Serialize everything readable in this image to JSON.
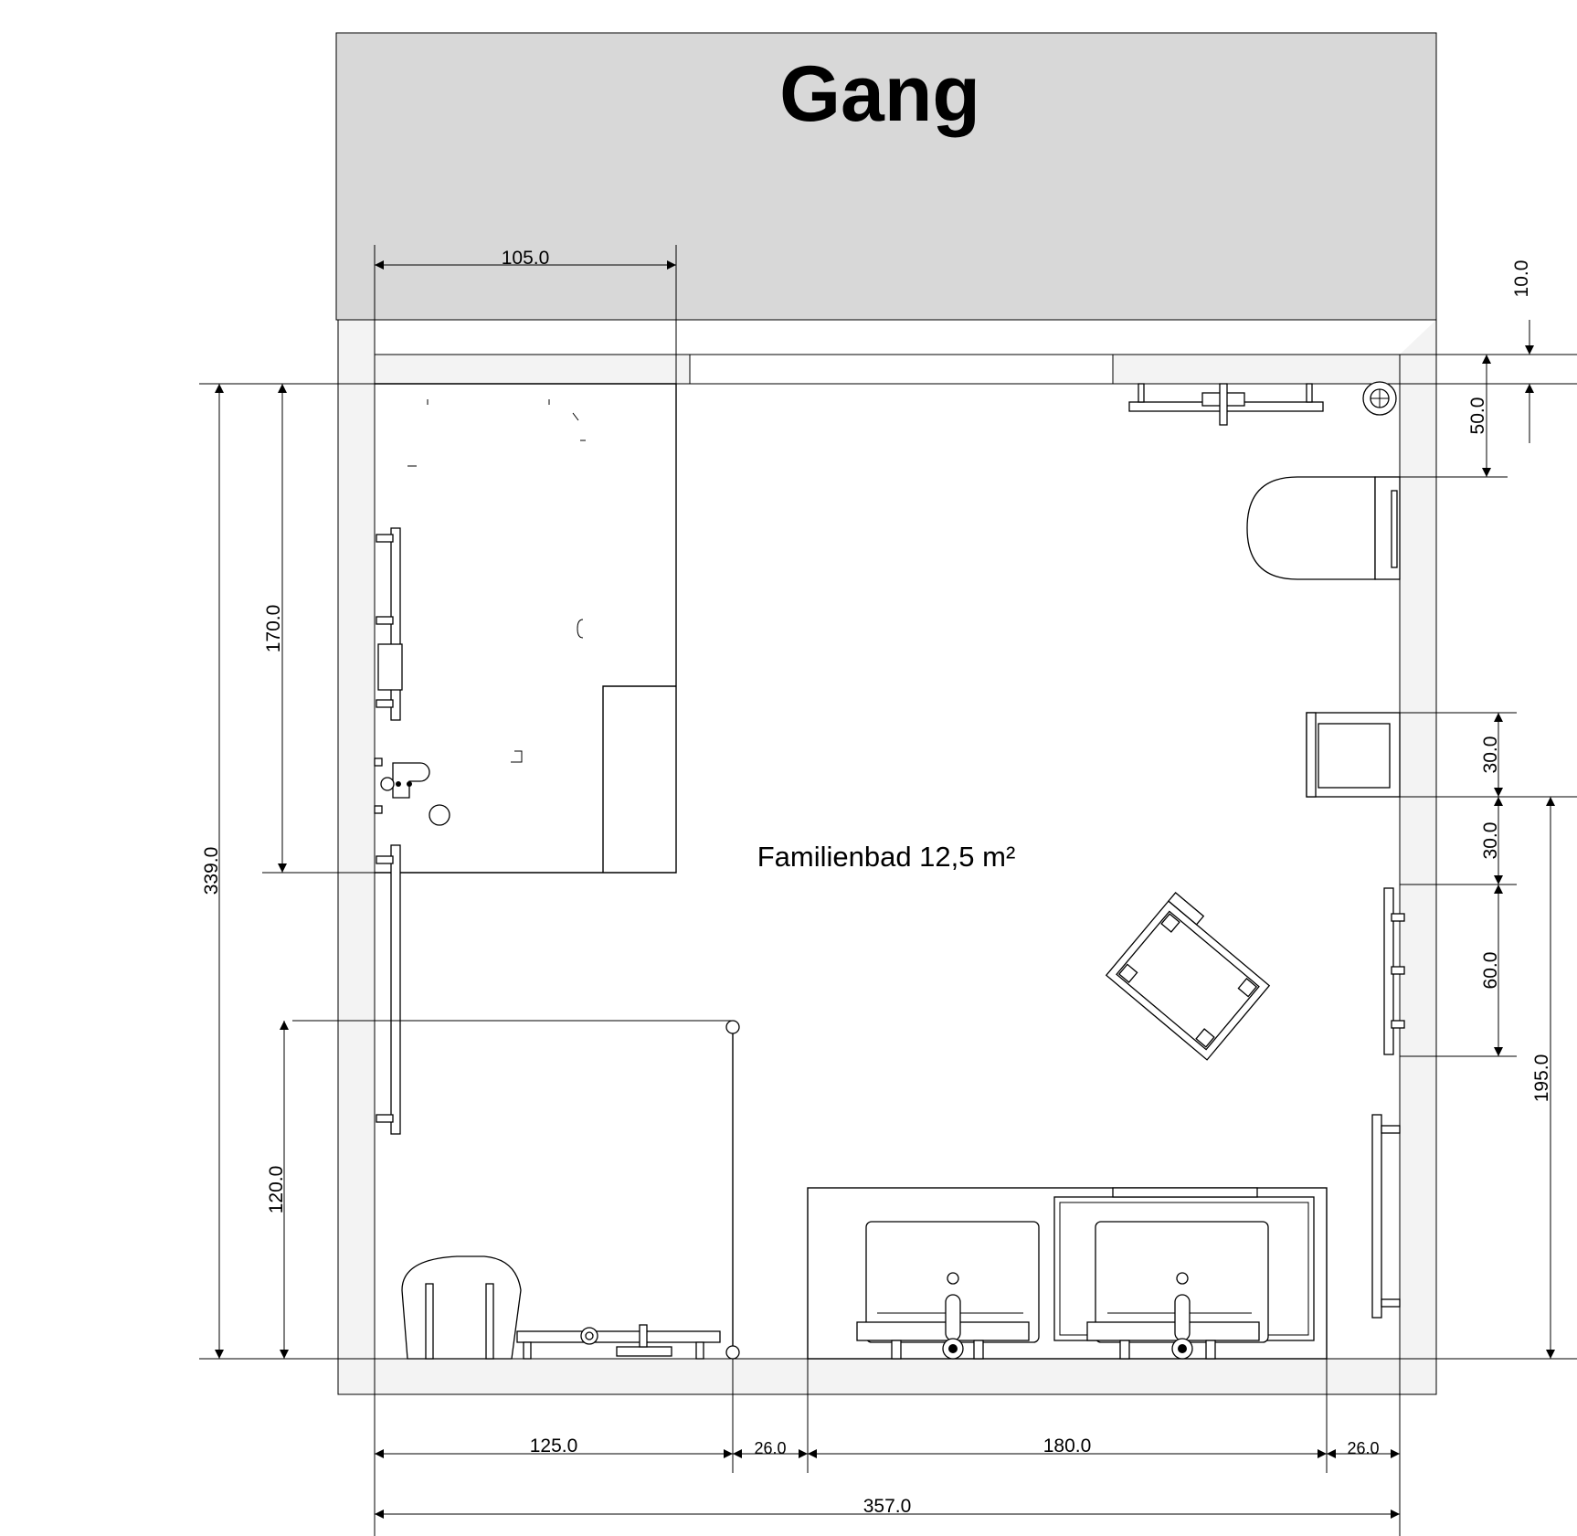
{
  "corridor": {
    "label": "Gang"
  },
  "room": {
    "label": "Familienbad 12,5 m²"
  },
  "dimensions": {
    "top_shower_width": "105.0",
    "top_right_offset": "10.0",
    "right_toilet_offset": "50.0",
    "right_niche_height": "30.0",
    "right_gap": "30.0",
    "right_towel_rail": "60.0",
    "right_total": "195.0",
    "left_total": "339.0",
    "left_shower_depth": "170.0",
    "left_bath_area": "120.0",
    "bottom_bath_width": "125.0",
    "bottom_gap_left": "26.0",
    "bottom_vanity_width": "180.0",
    "bottom_gap_right": "26.0",
    "bottom_total": "357.0"
  },
  "colors": {
    "corridor_fill": "#d8d8d8",
    "wall_fill": "#f3f3f3",
    "line": "#000000"
  }
}
